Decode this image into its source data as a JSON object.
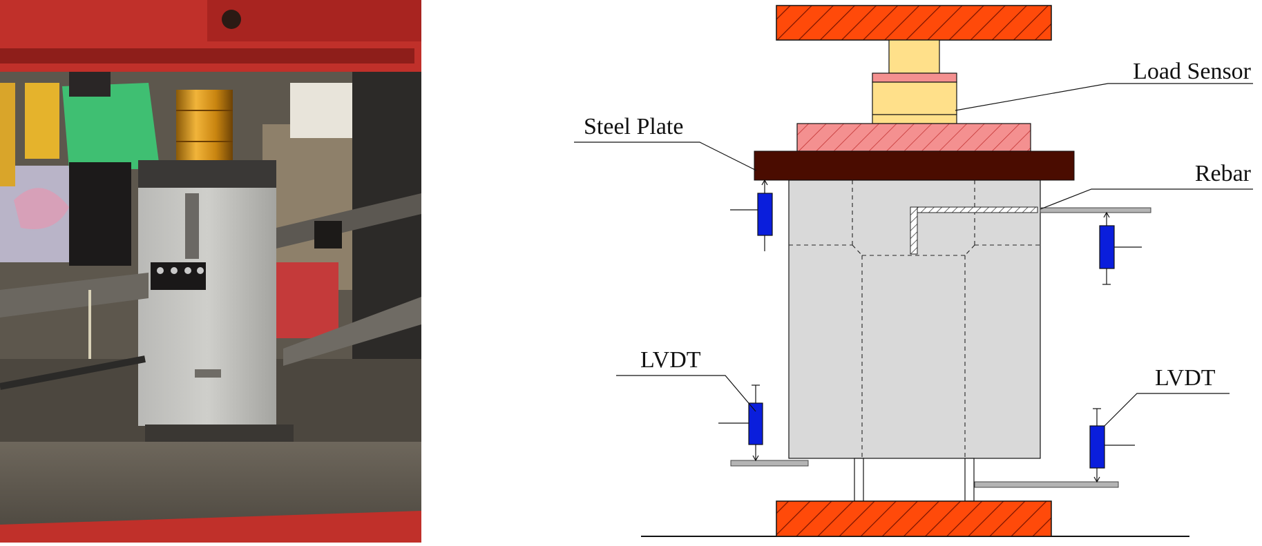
{
  "photo": {
    "subject": "test-setup-photo"
  },
  "diagram": {
    "labels": {
      "load_sensor": "Load Sensor",
      "steel_plate": "Steel Plate",
      "rebar": "Rebar",
      "lvdt_left": "LVDT",
      "lvdt_right": "LVDT"
    }
  },
  "colors": {
    "platen": "#ff4a0a",
    "platen_hatch": "#7a1400",
    "load_sensor_body": "#ffe08a",
    "load_sensor_band": "#f49090",
    "bearing_plate": "#f49090",
    "bearing_plate_hatch": "#c33434",
    "steel_plate": "#4a0c00",
    "specimen": "#d9d9d9",
    "lvdt": "#0a1edc",
    "rebar": "#b4b4b4"
  }
}
